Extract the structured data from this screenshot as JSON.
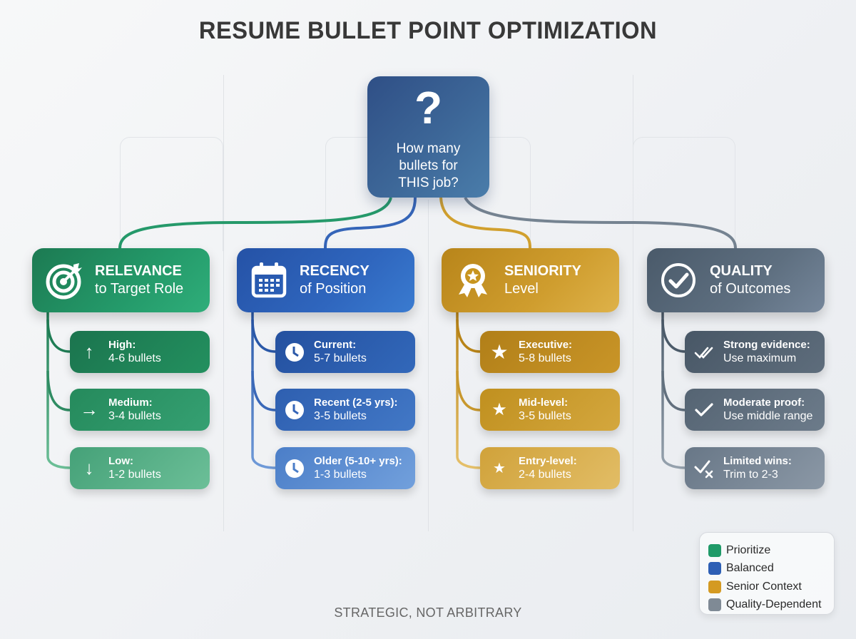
{
  "title": "RESUME BULLET POINT OPTIMIZATION",
  "root": {
    "icon": "question-mark-icon",
    "symbol": "?",
    "line1": "How many",
    "line2": "bullets for",
    "line3": "THIS job?"
  },
  "categories": [
    {
      "id": "relevance",
      "title": "RELEVANCE",
      "subtitle": "to Target Role",
      "icon": "target-icon",
      "color": "#1f8a5e",
      "items": [
        {
          "label": "High:",
          "value": "4-6 bullets",
          "icon": "arrow-up-icon",
          "symbol": "↑"
        },
        {
          "label": "Medium:",
          "value": "3-4 bullets",
          "icon": "arrow-right-icon",
          "symbol": "→"
        },
        {
          "label": "Low:",
          "value": "1-2 bullets",
          "icon": "arrow-down-icon",
          "symbol": "↓"
        }
      ]
    },
    {
      "id": "recency",
      "title": "RECENCY",
      "subtitle": "of Position",
      "icon": "calendar-icon",
      "color": "#2f62b5",
      "items": [
        {
          "label": "Current:",
          "value": "5-7 bullets",
          "icon": "clock-icon"
        },
        {
          "label": "Recent (2-5 yrs):",
          "value": "3-5 bullets",
          "icon": "clock-icon"
        },
        {
          "label": "Older (5-10+ yrs):",
          "value": "1-3 bullets",
          "icon": "clock-icon"
        }
      ]
    },
    {
      "id": "seniority",
      "title": "SENIORITY",
      "subtitle": "Level",
      "icon": "award-ribbon-icon",
      "color": "#c8951f",
      "items": [
        {
          "label": "Executive:",
          "value": "5-8 bullets",
          "icon": "star-icon",
          "symbol": "★"
        },
        {
          "label": "Mid-level:",
          "value": "3-5 bullets",
          "icon": "star-icon",
          "symbol": "★"
        },
        {
          "label": "Entry-level:",
          "value": "2-4 bullets",
          "icon": "star-icon",
          "symbol": "★"
        }
      ]
    },
    {
      "id": "quality",
      "title": "QUALITY",
      "subtitle": "of Outcomes",
      "icon": "check-circle-icon",
      "color": "#5a6b7b",
      "items": [
        {
          "label": "Strong evidence:",
          "value": "Use maximum",
          "icon": "double-check-icon"
        },
        {
          "label": "Moderate proof:",
          "value": "Use middle range",
          "icon": "check-icon"
        },
        {
          "label": "Limited wins:",
          "value": "Trim to 2-3",
          "icon": "check-x-icon"
        }
      ]
    }
  ],
  "legend": [
    {
      "label": "Prioritize",
      "color": "#1f9a68"
    },
    {
      "label": "Balanced",
      "color": "#2d5fb5"
    },
    {
      "label": "Senior Context",
      "color": "#d49a22"
    },
    {
      "label": "Quality-Dependent",
      "color": "#7f8a95"
    }
  ],
  "footer": "STRATEGIC, NOT ARBITRARY"
}
